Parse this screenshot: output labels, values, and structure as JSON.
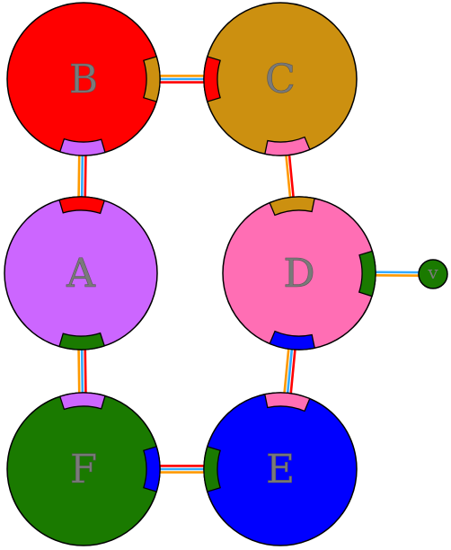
{
  "nodes": [
    {
      "id": "B",
      "label": "B",
      "color": "#ff0000"
    },
    {
      "id": "C",
      "label": "C",
      "color": "#cc9010"
    },
    {
      "id": "A",
      "label": "A",
      "color": "#cc66ff"
    },
    {
      "id": "D",
      "label": "D",
      "color": "#ff6eb4"
    },
    {
      "id": "F",
      "label": "F",
      "color": "#1a7a00"
    },
    {
      "id": "E",
      "label": "E",
      "color": "#0000ff"
    },
    {
      "id": "v",
      "label": "v",
      "color": "#1a7a00"
    }
  ],
  "edges": [
    {
      "from": "B",
      "to": "C",
      "colors": [
        "#ff9900",
        "#33aaff",
        "#ff0000"
      ]
    },
    {
      "from": "B",
      "to": "A",
      "colors": [
        "#ff0000",
        "#33aaff",
        "#ff9900"
      ]
    },
    {
      "from": "C",
      "to": "D",
      "colors": [
        "#ff0000",
        "#ff9900"
      ]
    },
    {
      "from": "A",
      "to": "F",
      "colors": [
        "#ff0000",
        "#33aaff",
        "#ff9900"
      ]
    },
    {
      "from": "F",
      "to": "E",
      "colors": [
        "#ff0000",
        "#33aaff",
        "#ff9900"
      ]
    },
    {
      "from": "D",
      "to": "E",
      "colors": [
        "#ff0000",
        "#33aaff",
        "#ff9900"
      ]
    },
    {
      "from": "D",
      "to": "v",
      "colors": [
        "#33aaff",
        "#ff9900"
      ]
    }
  ]
}
